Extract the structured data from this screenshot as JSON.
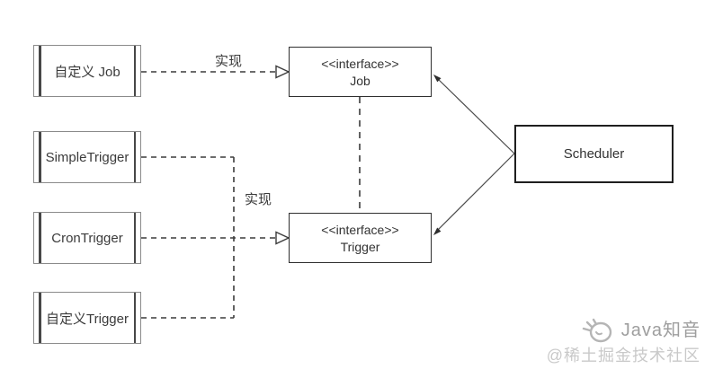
{
  "diagram": {
    "left_nodes": [
      {
        "id": "custom-job",
        "label": "自定义 Job"
      },
      {
        "id": "simple-trigger",
        "label": "SimpleTrigger"
      },
      {
        "id": "cron-trigger",
        "label": "CronTrigger"
      },
      {
        "id": "custom-trigger",
        "label": "自定义Trigger"
      }
    ],
    "interfaces": [
      {
        "id": "job",
        "stereotype": "<<interface>>",
        "name": "Job"
      },
      {
        "id": "trigger",
        "stereotype": "<<interface>>",
        "name": "Trigger"
      }
    ],
    "scheduler": {
      "label": "Scheduler"
    },
    "edge_labels": {
      "realize_job": "实现",
      "realize_trigger": "实现"
    },
    "connectors": [
      {
        "type": "realization-dashed-hollow-arrow",
        "from": "custom-job",
        "to": "job-interface"
      },
      {
        "type": "realization-dashed-hollow-arrow",
        "from": "simple-trigger,cron-trigger,custom-trigger",
        "to": "trigger-interface"
      },
      {
        "type": "dashed-association",
        "from": "job-interface",
        "to": "trigger-interface"
      },
      {
        "type": "solid-arrow",
        "from": "scheduler",
        "to": "job-interface"
      },
      {
        "type": "solid-arrow",
        "from": "scheduler",
        "to": "trigger-interface"
      }
    ],
    "colors": {
      "component_border": "#8b8b8b",
      "component_bar": "#474747",
      "box_border": "#2f2f2f",
      "line": "#3c3c3c",
      "text": "#3b3b3b"
    }
  },
  "watermark": {
    "brand": "Java知音",
    "community": "@稀土掘金技术社区",
    "brand_color": "#9e9e9e",
    "community_color": "#c9c9c9"
  }
}
